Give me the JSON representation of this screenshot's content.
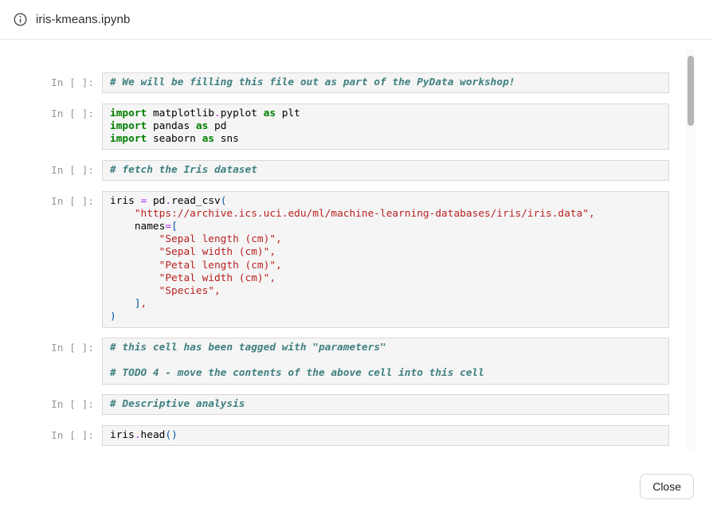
{
  "header": {
    "title": "iris-kmeans.ipynb",
    "info_icon": "info-icon"
  },
  "footer": {
    "close_label": "Close"
  },
  "colors": {
    "keyword": "#008000",
    "comment": "#408080",
    "string": "#BA2121",
    "operator": "#AA22FF",
    "punctuation": "#0055AA",
    "prompt": "#989898",
    "cell_background": "#f5f5f5",
    "cell_border": "#d9d9d9"
  },
  "notebook": {
    "cells": [
      {
        "prompt": "In [ ]:",
        "lines": [
          [
            [
              "c",
              "# We will be filling this file out as part of the PyData workshop!"
            ]
          ]
        ]
      },
      {
        "prompt": "In [ ]:",
        "lines": [
          [
            [
              "k",
              "import"
            ],
            [
              "t",
              " matplotlib"
            ],
            [
              "o",
              "."
            ],
            [
              "t",
              "pyplot "
            ],
            [
              "k",
              "as"
            ],
            [
              "t",
              " plt"
            ]
          ],
          [
            [
              "k",
              "import"
            ],
            [
              "t",
              " pandas "
            ],
            [
              "k",
              "as"
            ],
            [
              "t",
              " pd"
            ]
          ],
          [
            [
              "k",
              "import"
            ],
            [
              "t",
              " seaborn "
            ],
            [
              "k",
              "as"
            ],
            [
              "t",
              " sns"
            ]
          ]
        ]
      },
      {
        "prompt": "In [ ]:",
        "lines": [
          [
            [
              "c",
              "# fetch the Iris dataset"
            ]
          ]
        ]
      },
      {
        "prompt": "In [ ]:",
        "lines": [
          [
            [
              "t",
              "iris "
            ],
            [
              "o",
              "="
            ],
            [
              "t",
              " pd"
            ],
            [
              "o",
              "."
            ],
            [
              "t",
              "read_csv"
            ],
            [
              "p",
              "("
            ]
          ],
          [
            [
              "t",
              "    "
            ],
            [
              "s",
              "\"https://archive.ics.uci.edu/ml/machine-learning-databases/iris/iris.data\""
            ],
            [
              "m",
              ","
            ]
          ],
          [
            [
              "t",
              "    names"
            ],
            [
              "o",
              "="
            ],
            [
              "p",
              "["
            ]
          ],
          [
            [
              "t",
              "        "
            ],
            [
              "s",
              "\"Sepal length (cm)\""
            ],
            [
              "m",
              ","
            ]
          ],
          [
            [
              "t",
              "        "
            ],
            [
              "s",
              "\"Sepal width (cm)\""
            ],
            [
              "m",
              ","
            ]
          ],
          [
            [
              "t",
              "        "
            ],
            [
              "s",
              "\"Petal length (cm)\""
            ],
            [
              "m",
              ","
            ]
          ],
          [
            [
              "t",
              "        "
            ],
            [
              "s",
              "\"Petal width (cm)\""
            ],
            [
              "m",
              ","
            ]
          ],
          [
            [
              "t",
              "        "
            ],
            [
              "s",
              "\"Species\""
            ],
            [
              "m",
              ","
            ]
          ],
          [
            [
              "t",
              "    "
            ],
            [
              "p",
              "]"
            ],
            [
              "m",
              ","
            ]
          ],
          [
            [
              "p",
              ")"
            ]
          ]
        ]
      },
      {
        "prompt": "In [ ]:",
        "lines": [
          [
            [
              "c",
              "# this cell has been tagged with \"parameters\""
            ]
          ],
          [],
          [
            [
              "c",
              "# TODO 4 - move the contents of the above cell into this cell"
            ]
          ]
        ]
      },
      {
        "prompt": "In [ ]:",
        "lines": [
          [
            [
              "c",
              "# Descriptive analysis"
            ]
          ]
        ]
      },
      {
        "prompt": "In [ ]:",
        "lines": [
          [
            [
              "t",
              "iris"
            ],
            [
              "o",
              "."
            ],
            [
              "t",
              "head"
            ],
            [
              "p",
              "()"
            ]
          ]
        ]
      }
    ]
  }
}
